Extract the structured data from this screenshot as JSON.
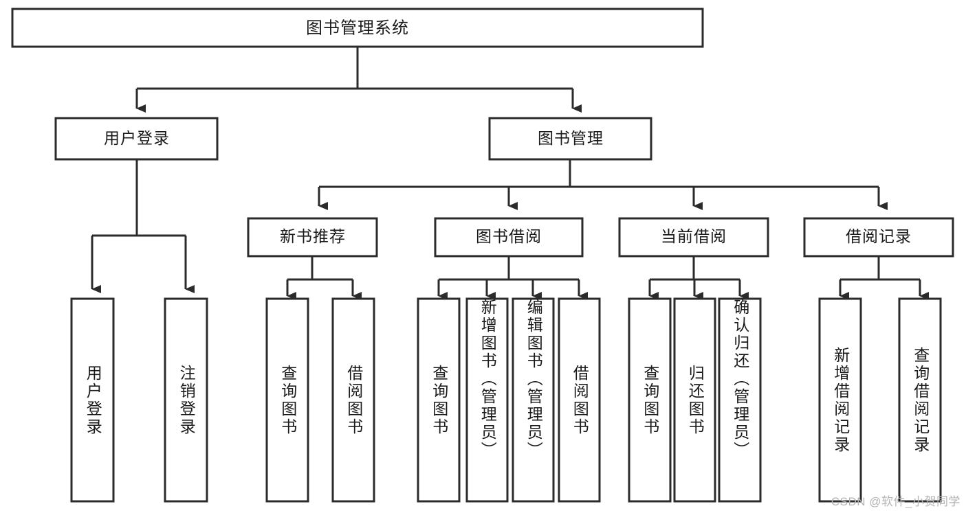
{
  "diagram": {
    "type": "tree-hierarchy",
    "title": "图书管理系统",
    "orientation": "top-down",
    "root": {
      "id": "root",
      "label": "图书管理系统"
    },
    "level2": [
      {
        "id": "user-login",
        "label": "用户登录"
      },
      {
        "id": "book-manage",
        "label": "图书管理"
      }
    ],
    "level3": [
      {
        "id": "new-book-recommend",
        "label": "新书推荐",
        "parent": "book-manage"
      },
      {
        "id": "book-borrow",
        "label": "图书借阅",
        "parent": "book-manage"
      },
      {
        "id": "current-borrow",
        "label": "当前借阅",
        "parent": "book-manage"
      },
      {
        "id": "borrow-record",
        "label": "借阅记录",
        "parent": "book-manage"
      }
    ],
    "leaves": [
      {
        "id": "leaf-user-login",
        "label": "用户登录",
        "parent": "user-login"
      },
      {
        "id": "leaf-logout-login",
        "label": "注销登录",
        "parent": "user-login"
      },
      {
        "id": "leaf-query-book-1",
        "label": "查询图书",
        "parent": "new-book-recommend"
      },
      {
        "id": "leaf-borrow-book-1",
        "label": "借阅图书",
        "parent": "new-book-recommend"
      },
      {
        "id": "leaf-query-book-2",
        "label": "查询图书",
        "parent": "book-borrow"
      },
      {
        "id": "leaf-add-book",
        "label": "新增图书（管理员）",
        "parent": "book-borrow"
      },
      {
        "id": "leaf-edit-book",
        "label": "编辑图书（管理员）",
        "parent": "book-borrow"
      },
      {
        "id": "leaf-borrow-book-2",
        "label": "借阅图书",
        "parent": "book-borrow"
      },
      {
        "id": "leaf-query-book-3",
        "label": "查询图书",
        "parent": "current-borrow"
      },
      {
        "id": "leaf-return-book",
        "label": "归还图书",
        "parent": "current-borrow"
      },
      {
        "id": "leaf-confirm-return",
        "label": "确认归还（管理员）",
        "parent": "current-borrow"
      },
      {
        "id": "leaf-add-record",
        "label": "新增借阅记录",
        "parent": "borrow-record"
      },
      {
        "id": "leaf-query-record",
        "label": "查询借阅记录",
        "parent": "borrow-record"
      }
    ],
    "colors": {
      "stroke": "#2b2b2b",
      "fill": "#ffffff",
      "text": "#1a1a1a",
      "watermark": "#b4b4b4",
      "background": "#ffffff"
    }
  },
  "watermark": {
    "text": "CSDN @软件_小贺同学"
  }
}
